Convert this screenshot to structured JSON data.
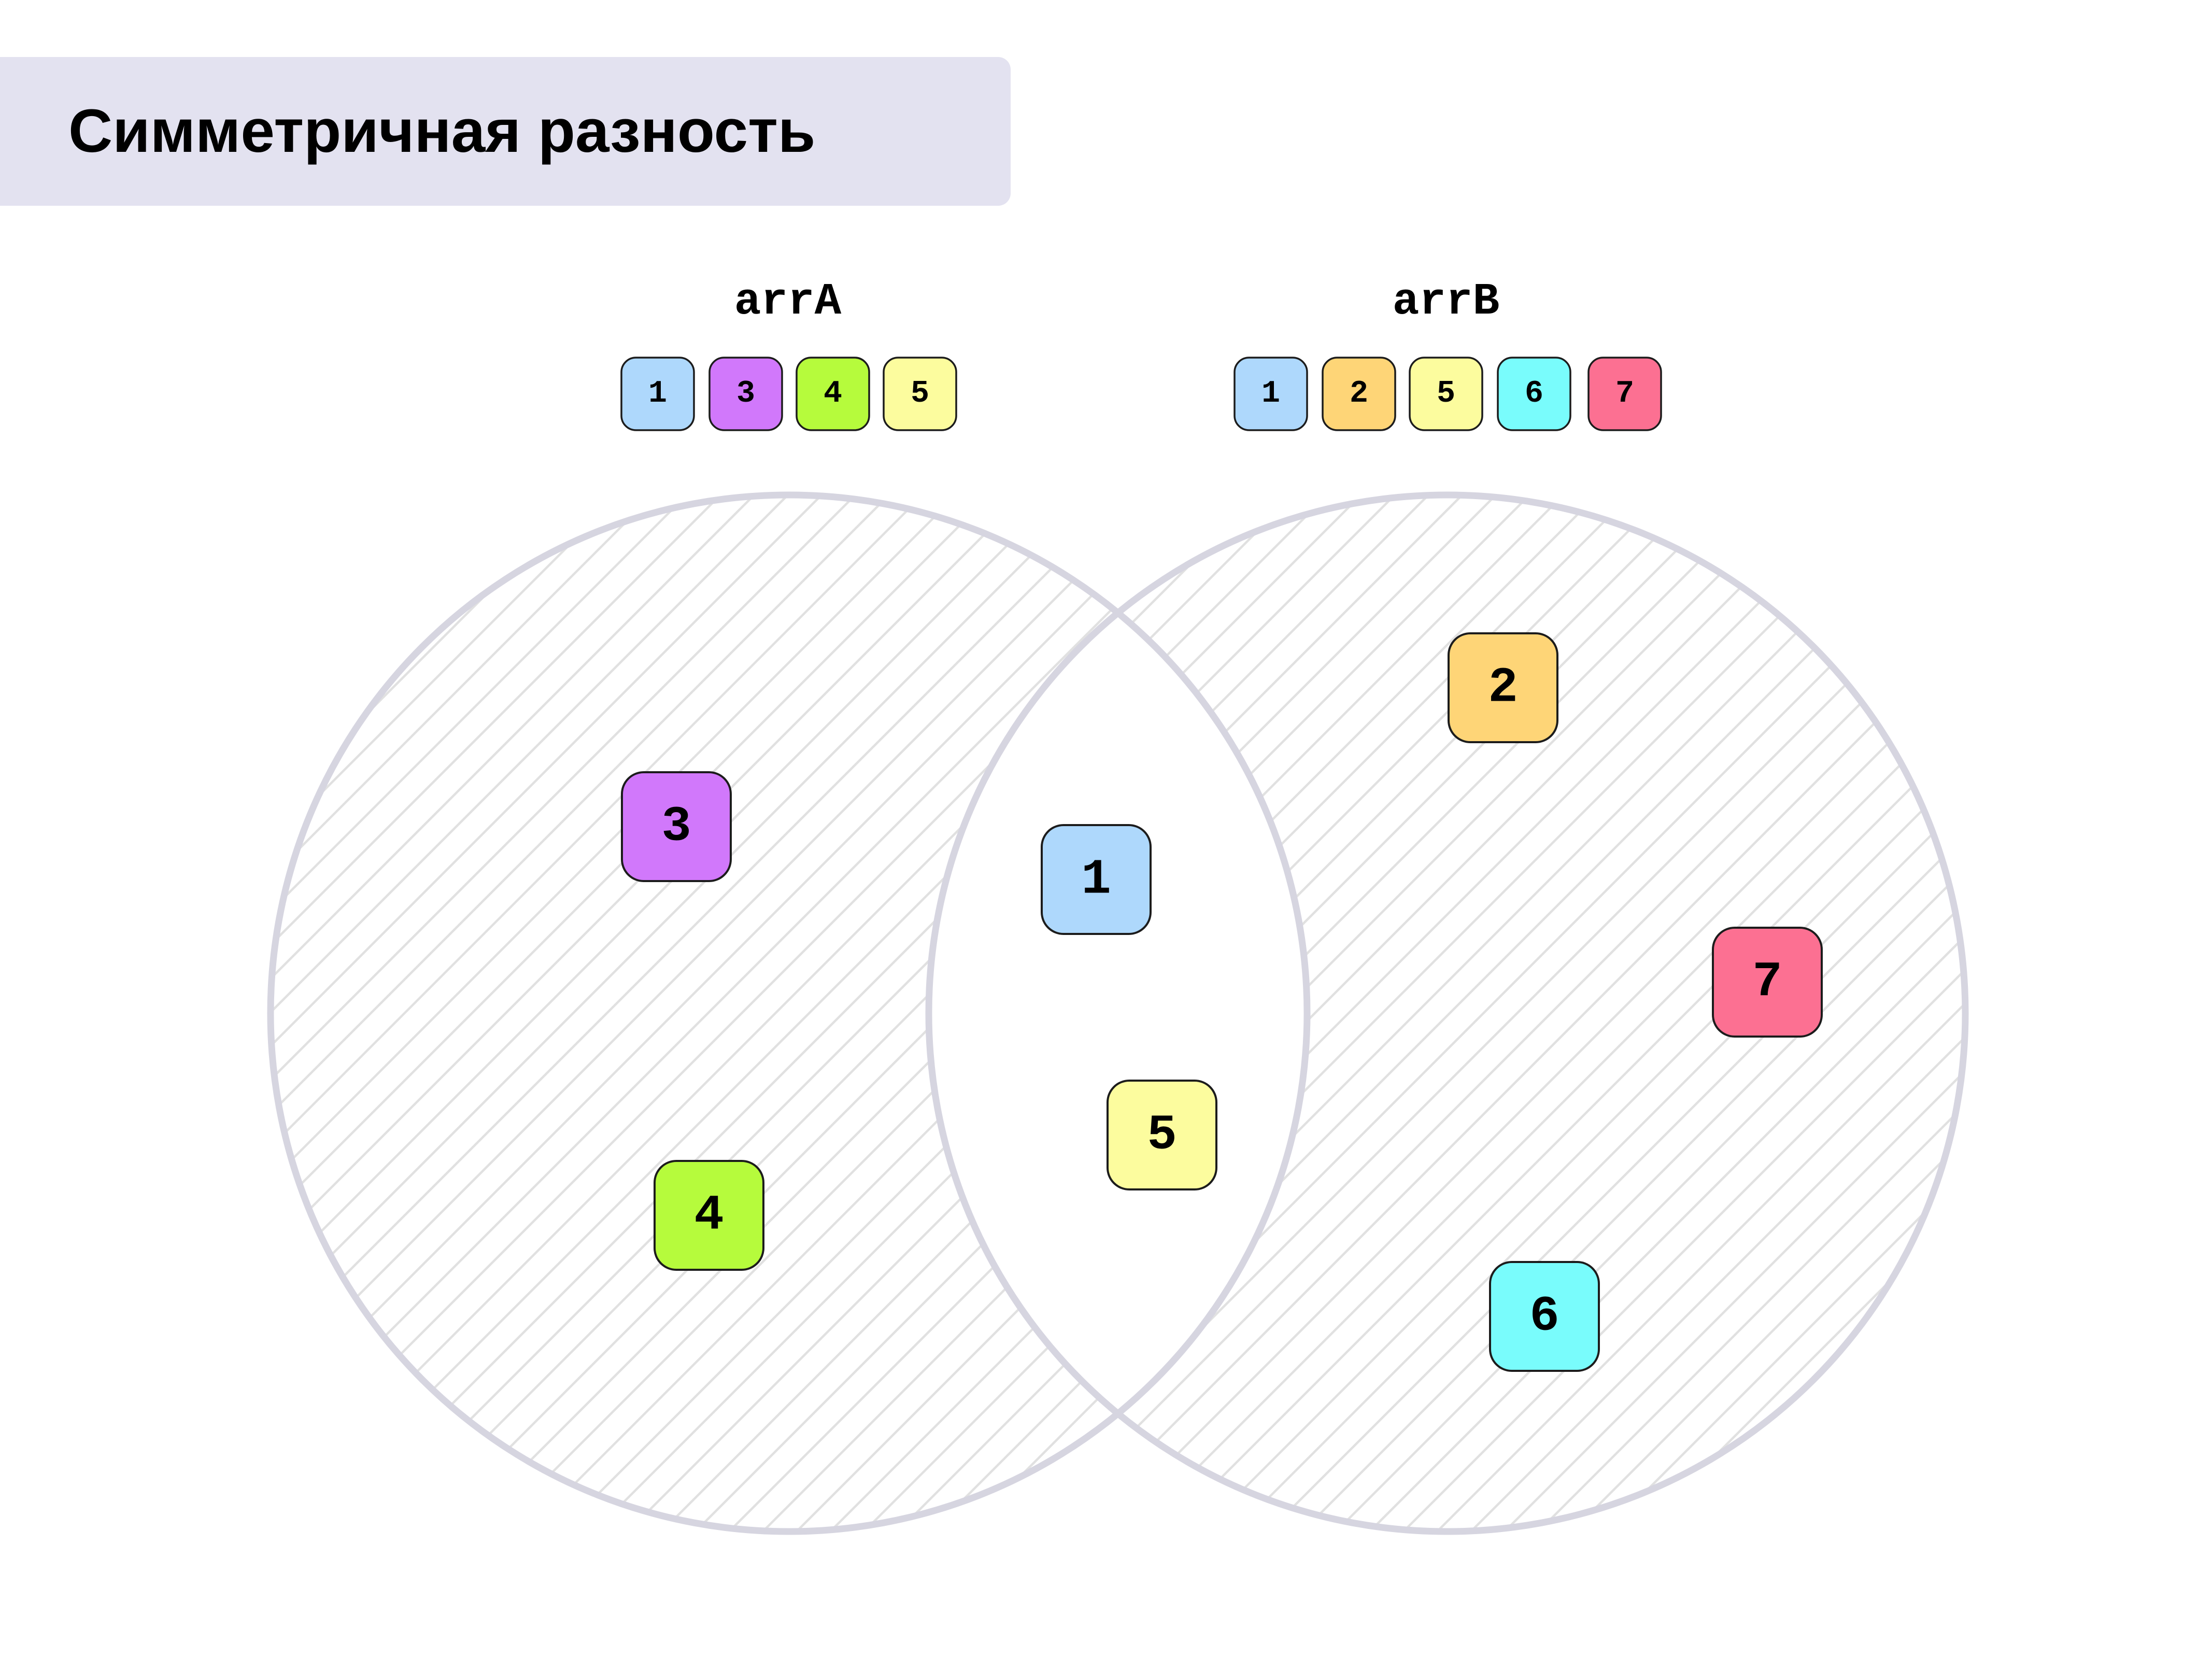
{
  "title": "Симметричная разность",
  "sets": {
    "a": {
      "label": "arrA",
      "items": [
        {
          "value": "1",
          "color": "#aed8fc"
        },
        {
          "value": "3",
          "color": "#d178fb"
        },
        {
          "value": "4",
          "color": "#b6fb3c"
        },
        {
          "value": "5",
          "color": "#fcfc9e"
        }
      ]
    },
    "b": {
      "label": "arrB",
      "items": [
        {
          "value": "1",
          "color": "#aed8fc"
        },
        {
          "value": "2",
          "color": "#fed577"
        },
        {
          "value": "5",
          "color": "#fcfc9e"
        },
        {
          "value": "6",
          "color": "#79fcfc"
        },
        {
          "value": "7",
          "color": "#fc7092"
        }
      ]
    }
  },
  "regions": {
    "only_a": [
      {
        "value": "3",
        "color": "#d178fb"
      },
      {
        "value": "4",
        "color": "#b6fb3c"
      }
    ],
    "both": [
      {
        "value": "1",
        "color": "#aed8fc"
      },
      {
        "value": "5",
        "color": "#fcfc9e"
      }
    ],
    "only_b": [
      {
        "value": "2",
        "color": "#fed577"
      },
      {
        "value": "7",
        "color": "#fc7092"
      },
      {
        "value": "6",
        "color": "#79fcfc"
      }
    ]
  },
  "highlighted_region": "symmetric difference (only_a + only_b)",
  "colors": {
    "circle_stroke": "#d6d5e0",
    "hatch": "#e1e1e1",
    "title_bg": "#e3e2f0",
    "chip_border": "#1c1c1c"
  }
}
